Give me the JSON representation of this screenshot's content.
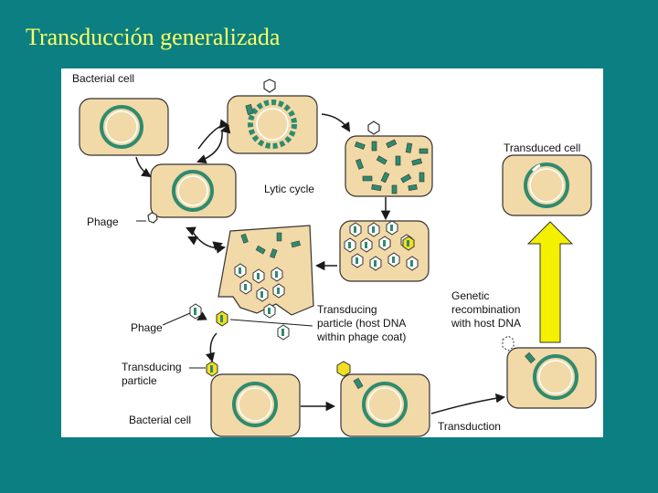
{
  "slide": {
    "title": "Transducción generalizada"
  },
  "labels": {
    "bacterial_cell_top": "Bacterial cell",
    "lytic_cycle": "Lytic cycle",
    "phage_left": "Phage",
    "phage_middle": "Phage",
    "transducing_particle_center": [
      "Transducing",
      "particle (host DNA",
      "within phage coat)"
    ],
    "transducing_particle_left": [
      "Transducing",
      "particle"
    ],
    "bacterial_cell_bottom": "Bacterial cell",
    "transduction": "Transduction",
    "genetic_recombination": [
      "Genetic",
      "recombination",
      "with host DNA"
    ],
    "transduced_cell": "Transduced cell"
  },
  "colors": {
    "background": "#0b7f82",
    "title": "#ffff66",
    "panel": "#ffffff",
    "cell_fill": "#f2d9a8",
    "dna_ring": "#2e8b6e",
    "phage_fill": "#ffffff",
    "transducing_phage": "#f0e020",
    "arrow": "#1a1a1a",
    "big_arrow": "#f5f000"
  }
}
